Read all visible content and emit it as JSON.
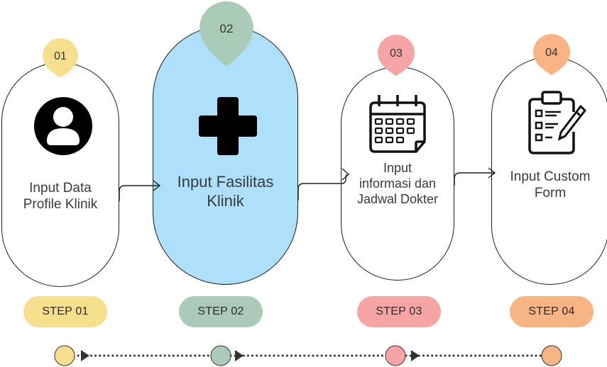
{
  "steps": [
    {
      "number": "01",
      "label_lines": [
        "Input Data",
        "Profile Klinik"
      ],
      "step_label": "STEP 01",
      "color": "#f6df8d",
      "icon": "user-profile-icon"
    },
    {
      "number": "02",
      "label_lines": [
        "Input Fasilitas",
        "Klinik"
      ],
      "step_label": "STEP 02",
      "color": "#a9cbb8",
      "icon": "medical-cross-icon",
      "active": true
    },
    {
      "number": "03",
      "label_lines": [
        "Input",
        "informasi dan",
        "Jadwal Dokter"
      ],
      "step_label": "STEP 03",
      "color": "#f6a4a4",
      "icon": "calendar-icon"
    },
    {
      "number": "04",
      "label_lines": [
        "Input Custom",
        "Form"
      ],
      "step_label": "STEP 04",
      "color": "#f8b482",
      "icon": "clipboard-checklist-icon"
    }
  ],
  "colors": {
    "active_card": "#aedffb",
    "outline": "#1e1e1e",
    "text": "#3a3a3a"
  }
}
